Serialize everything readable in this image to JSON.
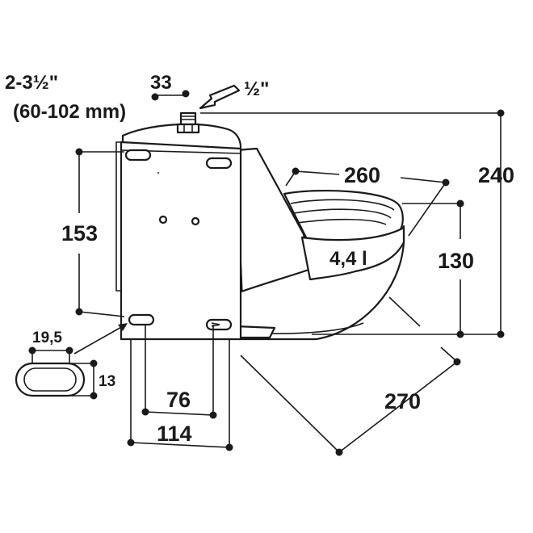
{
  "diagram": {
    "pipe_size_inch": "2-3½\"",
    "pipe_size_mm": "(60-102 mm)",
    "inlet_size": "½\"",
    "capacity": "4,4 l"
  },
  "dimensions": {
    "inlet_offset": "33",
    "height_total": "240",
    "bowl_width": "260",
    "bowl_height": "130",
    "slot_spacing": "153",
    "slot_width": "19,5",
    "slot_height": "13",
    "hole_spacing": "76",
    "plate_width": "114",
    "depth": "270"
  }
}
